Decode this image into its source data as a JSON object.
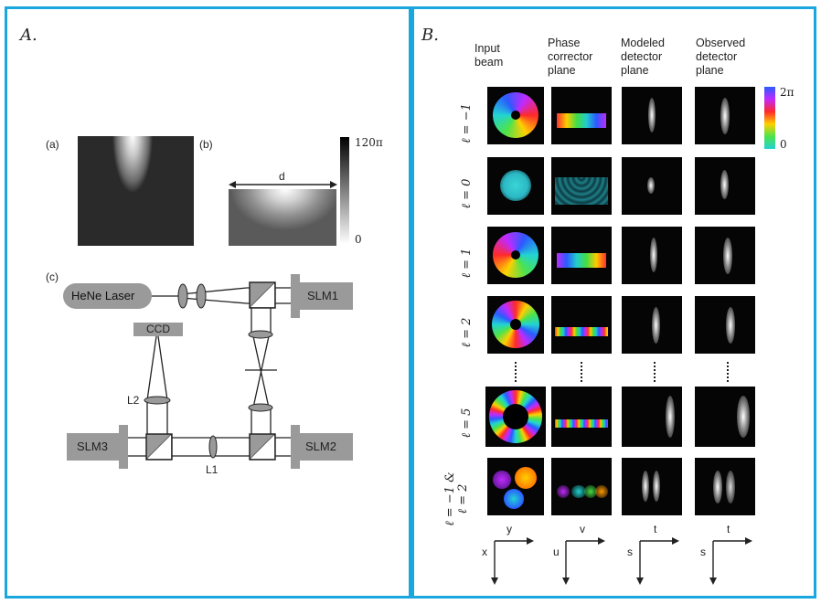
{
  "panel_a": {
    "label": "A.",
    "sub_a": "(a)",
    "sub_b": "(b)",
    "sub_c": "(c)",
    "d_label": "d",
    "bar_max": "120π",
    "bar_min": "0",
    "setup": {
      "laser": "HeNe Laser",
      "slm1": "SLM1",
      "slm2": "SLM2",
      "slm3": "SLM3",
      "ccd": "CCD",
      "l1": "L1",
      "l2": "L2"
    }
  },
  "panel_b": {
    "label": "B.",
    "columns": [
      {
        "line1": "Input",
        "line2": "beam",
        "line3": ""
      },
      {
        "line1": "Phase",
        "line2": "corrector",
        "line3": "plane"
      },
      {
        "line1": "Modeled",
        "line2": "detector",
        "line3": "plane"
      },
      {
        "line1": "Observed",
        "line2": "detector",
        "line3": "plane"
      }
    ],
    "rows": [
      {
        "label": "ℓ = −1"
      },
      {
        "label": "ℓ = 0"
      },
      {
        "label": "ℓ = 1"
      },
      {
        "label": "ℓ = 2"
      },
      {
        "label": "ℓ = 5"
      },
      {
        "label": "ℓ = −1 &",
        "label2": "ℓ = 2"
      }
    ],
    "colorbar_max": "2π",
    "colorbar_min": "0",
    "axes": [
      {
        "h": "y",
        "v": "x"
      },
      {
        "h": "v",
        "v": "u"
      },
      {
        "h": "t",
        "v": "s"
      },
      {
        "h": "t",
        "v": "s"
      }
    ]
  }
}
